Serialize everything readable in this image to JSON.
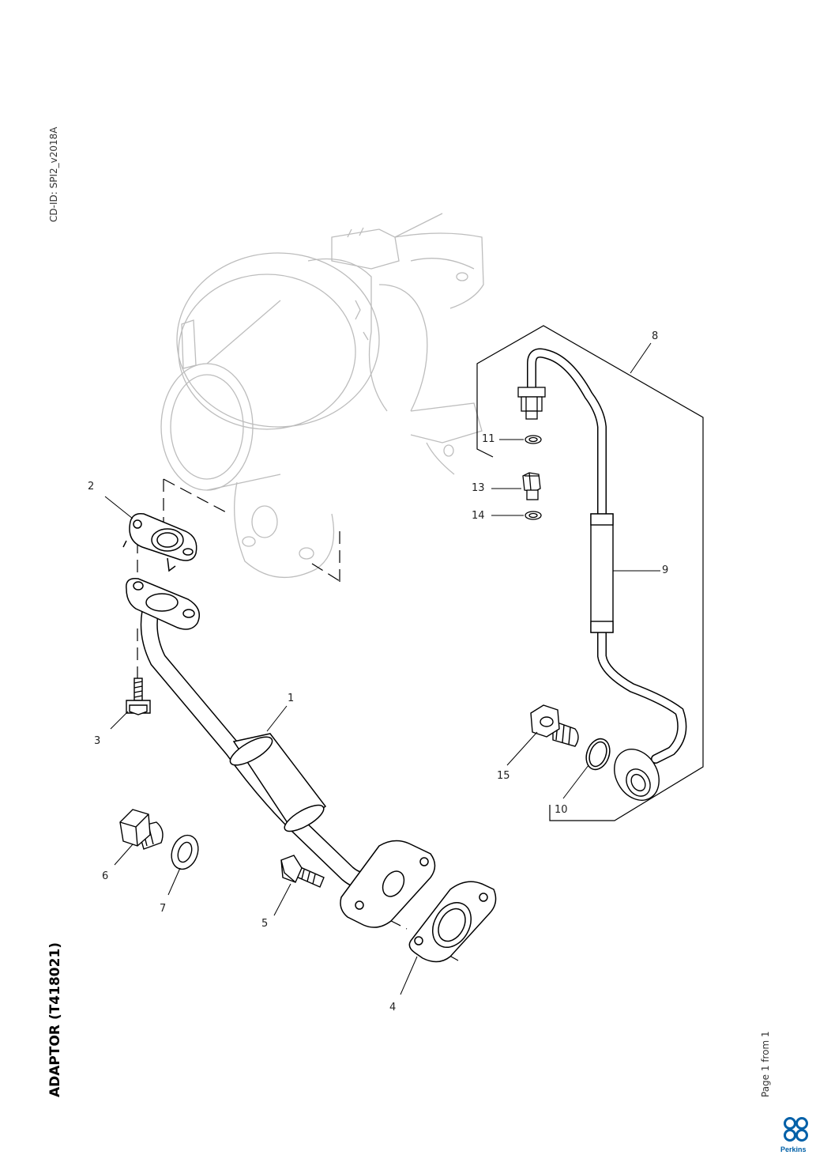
{
  "document": {
    "cd_id": "CD-ID: SPI2_v2018A",
    "title": "ADAPTOR (T418021)",
    "page_label": "Page 1 from 1",
    "brand": "Perkins"
  },
  "colors": {
    "line": "#000000",
    "ghost_line": "#bdbdbd",
    "brand_blue": "#0060a8"
  },
  "callouts": {
    "c1": "1",
    "c2": "2",
    "c3": "3",
    "c4": "4",
    "c5": "5",
    "c6": "6",
    "c7": "7",
    "c8": "8",
    "c9": "9",
    "c10": "10",
    "c11": "11",
    "c13": "13",
    "c14": "14",
    "c15": "15"
  }
}
